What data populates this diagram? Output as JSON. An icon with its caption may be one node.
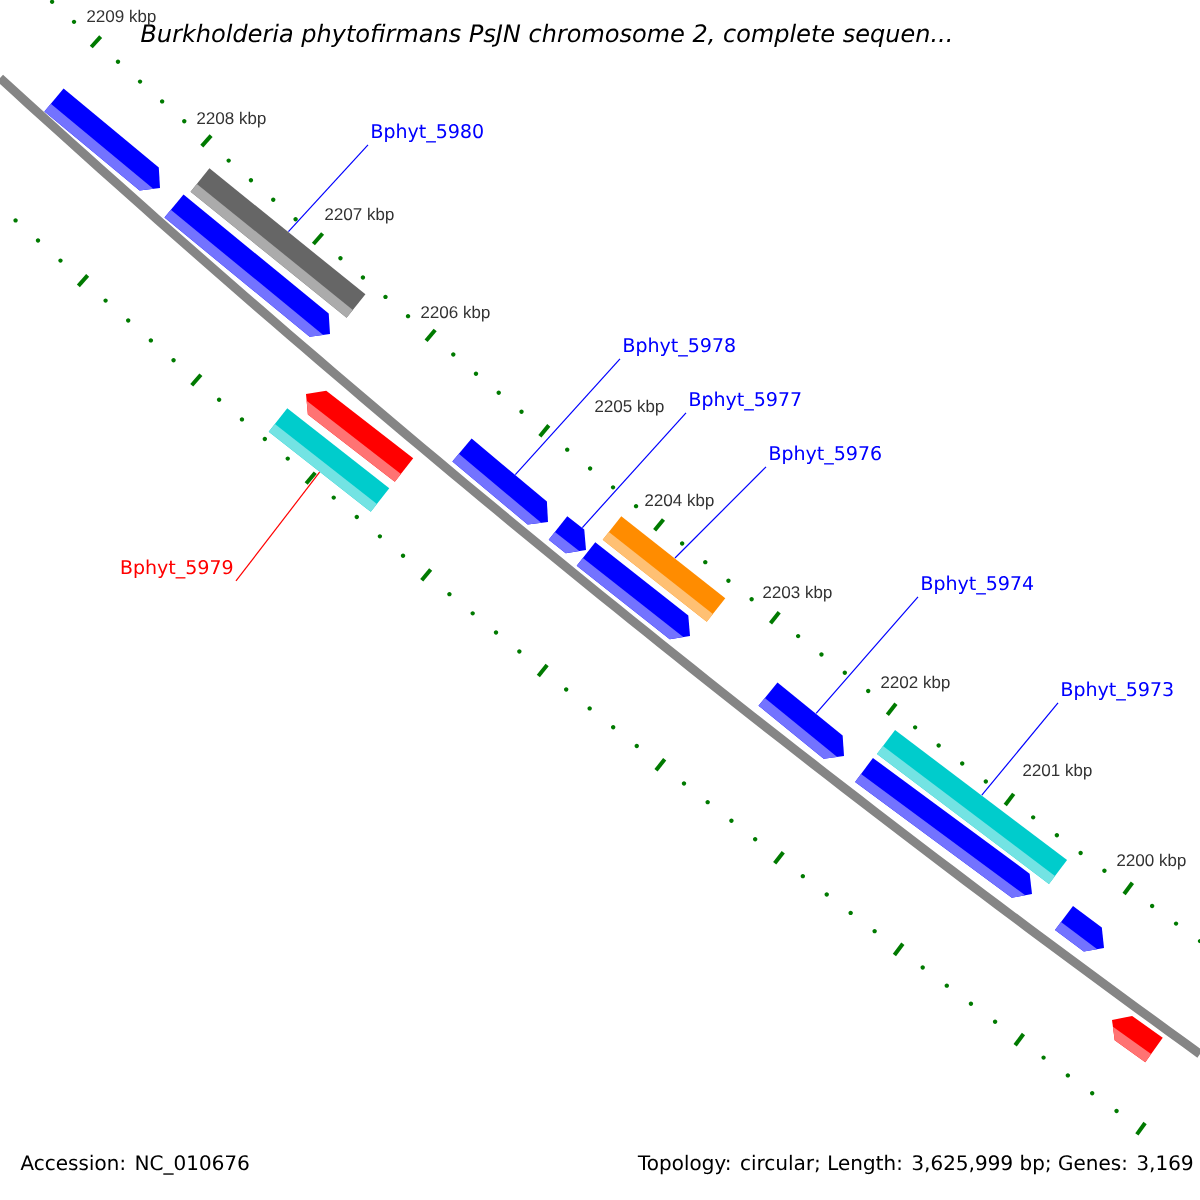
{
  "diagram": {
    "title": "Burkholderia phytofirmans PsJN chromosome 2, complete sequen...",
    "nodes": [
      {
        "text": [
          "Bphyt_5980"
        ]
      },
      {
        "text": [],
        "shape": "bar"
      },
      {
        "text": [
          "Bphyt_5978"
        ]
      },
      {
        "text": [],
        "shape": "arrow"
      },
      {
        "text": [
          "Bphyt_5977"
        ]
      },
      {
        "text": [],
        "shape": "arrow"
      },
      {
        "text": [
          "Bphyt_5976"
        ]
      },
      {
        "text": [],
        "shape": "bar"
      },
      {
        "text": [
          "Bphyt_5979"
        ]
      },
      {
        "text": [],
        "shape": "bar"
      },
      {
        "text": [
          "Bphyt_5974"
        ]
      },
      {
        "text": [],
        "shape": "arrow"
      },
      {
        "text": [
          "Bphyt_5973"
        ]
      },
      {
        "text": [],
        "shape": "bar"
      }
    ],
    "edges": [
      {
        "from": 0,
        "to": 1,
        "arrow": "none"
      },
      {
        "from": 2,
        "to": 3,
        "arrow": "none"
      },
      {
        "from": 4,
        "to": 5,
        "arrow": "none"
      },
      {
        "from": 6,
        "to": 7,
        "arrow": "none"
      },
      {
        "from": 8,
        "to": 9,
        "arrow": "none",
        "color": "#ff0000"
      },
      {
        "from": 10,
        "to": 11,
        "arrow": "none"
      },
      {
        "from": 12,
        "to": 13,
        "arrow": "none"
      }
    ],
    "labels": [
      "2209 kbp",
      "2208 kbp",
      "2207 kbp",
      "2206 kbp",
      "2205 kbp",
      "2204 kbp",
      "2203 kbp",
      "2202 kbp",
      "2201 kbp",
      "2200 kbp",
      "Accession: NC_010676",
      "Topology: circular; Length: 3,625,999 bp; Genes: 3,169"
    ]
  }
}
